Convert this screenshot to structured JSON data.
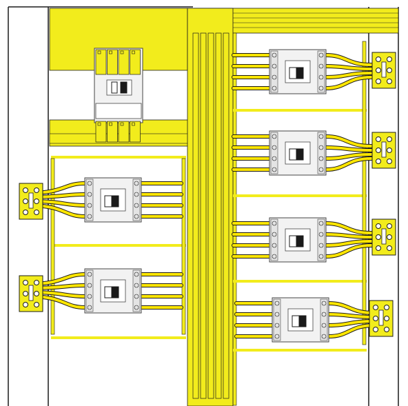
{
  "colors": {
    "background": "#ffffff",
    "busbar_yellow": "#f2ec1c",
    "cable_yellow": "#ffe600",
    "line_dark": "#1a1a1a",
    "breaker_body": "#f2f2f2",
    "breaker_outline": "#444444"
  },
  "diagram": {
    "type": "switchboard-busbar-layout",
    "main_incoming_breaker": {
      "poles": 4
    },
    "left_column_breakers": [
      {
        "id": "L1",
        "poles": 4,
        "terminal": "left"
      },
      {
        "id": "L2",
        "poles": 4,
        "terminal": "left"
      }
    ],
    "right_column_breakers": [
      {
        "id": "R1",
        "poles": 4,
        "terminal": "right"
      },
      {
        "id": "R2",
        "poles": 4,
        "terminal": "right"
      },
      {
        "id": "R3",
        "poles": 4,
        "terminal": "right"
      },
      {
        "id": "R4",
        "poles": 4,
        "terminal": "right"
      }
    ],
    "vertical_busbars": 5
  }
}
